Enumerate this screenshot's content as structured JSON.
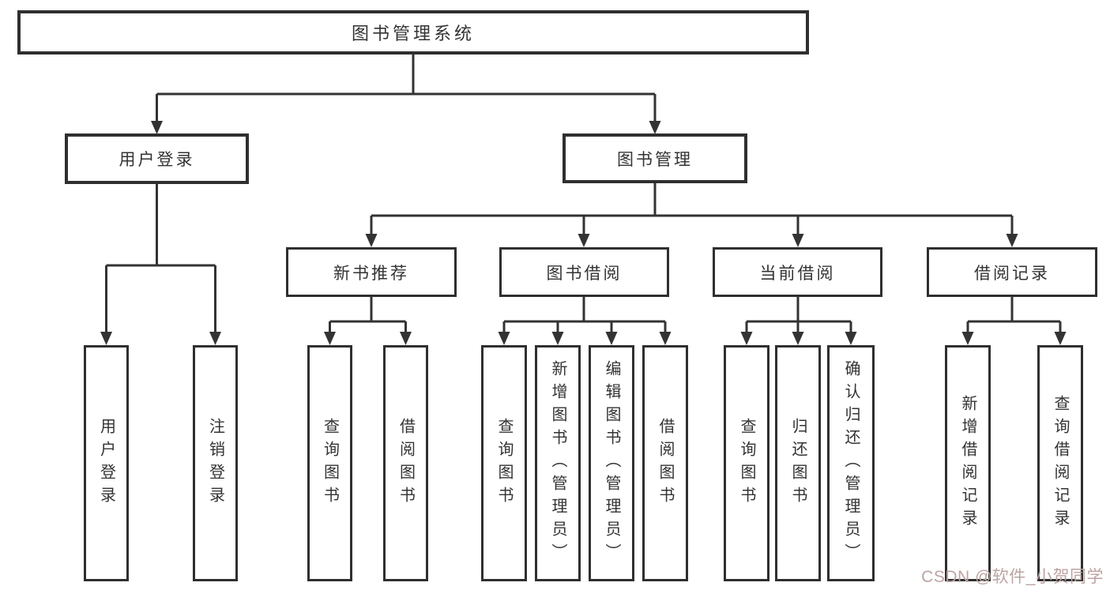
{
  "diagram": {
    "type": "hierarchy-tree",
    "line_color": "#333333",
    "box_border_color": "#2f2f2f",
    "text_color": "#333333",
    "background_color": "#ffffff"
  },
  "tree": {
    "label": "图书管理系统",
    "children": [
      {
        "label": "用户登录",
        "children": [
          {
            "label": "用户登录"
          },
          {
            "label": "注销登录"
          }
        ]
      },
      {
        "label": "图书管理",
        "children": [
          {
            "label": "新书推荐",
            "children": [
              {
                "label": "查询图书"
              },
              {
                "label": "借阅图书"
              }
            ]
          },
          {
            "label": "图书借阅",
            "children": [
              {
                "label": "查询图书"
              },
              {
                "label": "新增图书（管理员）"
              },
              {
                "label": "编辑图书（管理员）"
              },
              {
                "label": "借阅图书"
              }
            ]
          },
          {
            "label": "当前借阅",
            "children": [
              {
                "label": "查询图书"
              },
              {
                "label": "归还图书"
              },
              {
                "label": "确认归还（管理员）"
              }
            ]
          },
          {
            "label": "借阅记录",
            "children": [
              {
                "label": "新增借阅记录"
              },
              {
                "label": "查询借阅记录"
              }
            ]
          }
        ]
      }
    ]
  },
  "watermark": {
    "text": "CSDN @软件_小贺同学",
    "color": "#bda3a3"
  }
}
